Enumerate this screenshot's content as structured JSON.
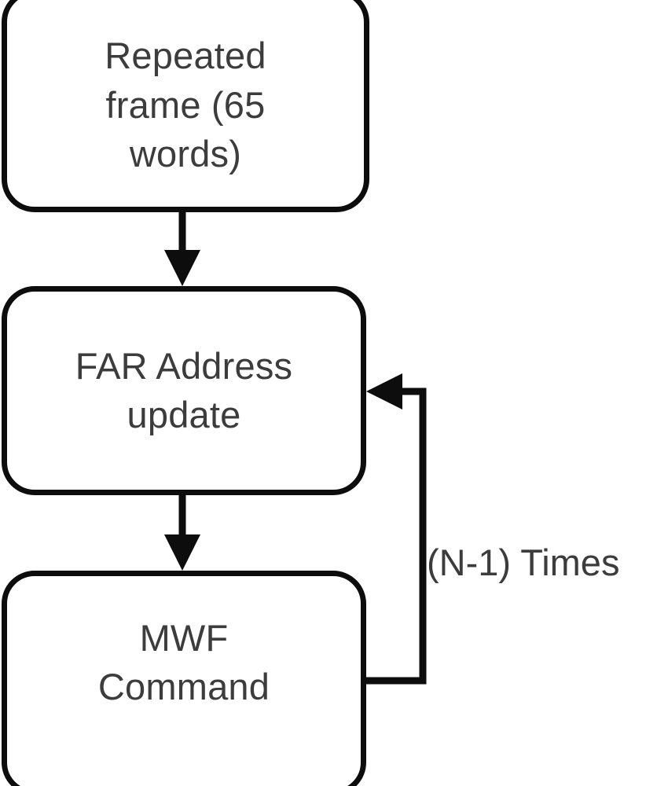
{
  "diagram": {
    "type": "flowchart",
    "orientation": "vertical",
    "background_color": "#ffffff",
    "stroke_color": "#0d0d0d",
    "text_color": "#3c3c3c",
    "nodes": [
      {
        "id": "repeated-frame",
        "label": "Repeated\nframe (65\nwords)",
        "shape": "rounded-rectangle"
      },
      {
        "id": "far-address",
        "label": "FAR Address\nupdate",
        "shape": "rounded-rectangle"
      },
      {
        "id": "mwf-command",
        "label": "MWF\nCommand",
        "shape": "rounded-rectangle"
      }
    ],
    "edges": [
      {
        "id": "repeated-frame-to-far-address",
        "from": "repeated-frame",
        "to": "far-address",
        "direction": "down",
        "label": ""
      },
      {
        "id": "far-address-to-mwf-command",
        "from": "far-address",
        "to": "mwf-command",
        "direction": "down",
        "label": ""
      },
      {
        "id": "mwf-command-to-far-address-loop",
        "from": "mwf-command",
        "to": "far-address",
        "direction": "feedback-loop",
        "label": "(N-1) Times"
      }
    ]
  }
}
